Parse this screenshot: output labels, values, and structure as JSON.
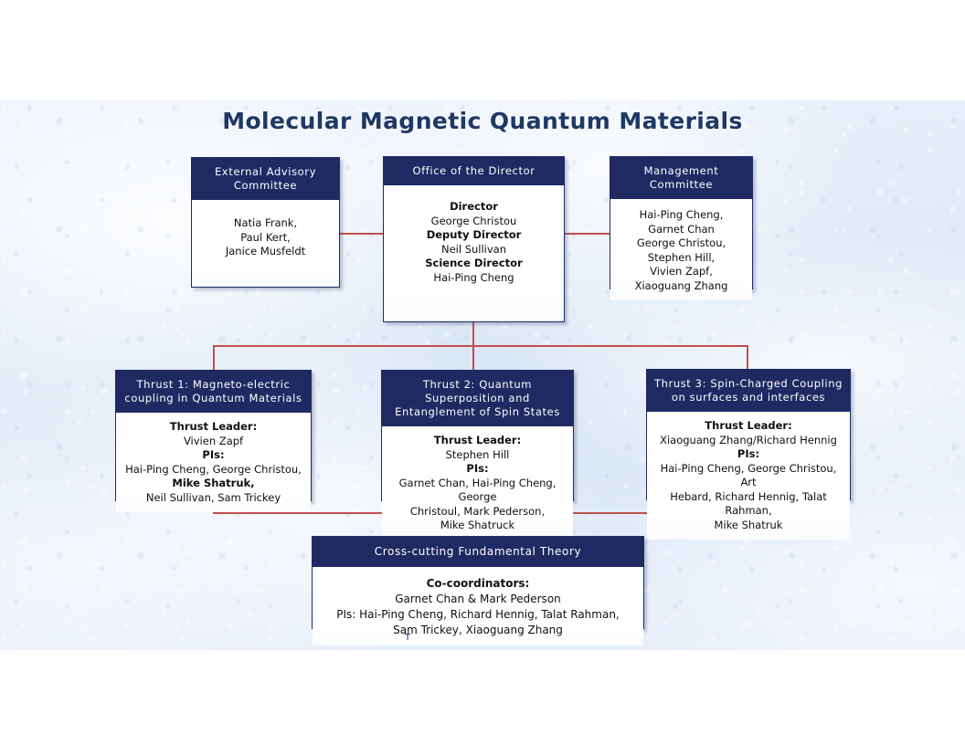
{
  "slide": {
    "title": "Molecular Magnetic Quantum Materials",
    "colors": {
      "header_navy": "#1f2a63",
      "title_navy": "#1f3864",
      "connector_red": "#c0504d",
      "background_blue": "#e3ecf8",
      "box_white": "#ffffff"
    },
    "artifact_glyph": "T"
  },
  "boxes": {
    "external_advisory": {
      "header": "External Advisory Committee",
      "lines": [
        "Natia Frank,",
        "Paul Kert,",
        "Janice Musfeldt"
      ]
    },
    "office_of_director": {
      "header": "Office of the Director",
      "roles": [
        {
          "label": "Director",
          "name": "George Christou"
        },
        {
          "label": "Deputy Director",
          "name": "Neil Sullivan"
        },
        {
          "label": "Science Director",
          "name": "Hai-Ping Cheng"
        }
      ]
    },
    "management_committee": {
      "header": "Management Committee",
      "lines": [
        "Hai-Ping Cheng,",
        "Garnet Chan",
        "George Christou,",
        "Stephen Hill,",
        "Vivien Zapf,",
        "Xiaoguang Zhang"
      ]
    },
    "thrust1": {
      "header": "Thrust 1: Magneto-electric coupling in Quantum Materials",
      "leader_label": "Thrust Leader:",
      "leader_name": "Vivien Zapf",
      "pis_label": "PIs:",
      "pis_lines": [
        "Hai-Ping Cheng,  George Christou,",
        "Mike Shatruk,",
        "Neil Sullivan,  Sam Trickey"
      ]
    },
    "thrust2": {
      "header": "Thrust 2: Quantum Superposition and Entanglement of Spin States",
      "leader_label": "Thrust Leader:",
      "leader_name": "Stephen Hill",
      "pis_label": "PIs:",
      "pis_lines": [
        "Garnet Chan,  Hai-Ping Cheng, George",
        "Christoul,  Mark Pederson,",
        "Mike Shatruck"
      ]
    },
    "thrust3": {
      "header": "Thrust 3: Spin-Charged Coupling on surfaces and interfaces",
      "leader_label": "Thrust Leader:",
      "leader_name": "Xiaoguang Zhang/Richard Hennig",
      "pis_label": "PIs:",
      "pis_lines": [
        "Hai-Ping Cheng,  George Christou,  Art",
        "Hebard,  Richard Hennig,  Talat Rahman,",
        "Mike Shatruk"
      ]
    },
    "cross_cutting": {
      "header": "Cross-cutting Fundamental Theory",
      "coord_label": "Co-coordinators:",
      "coord_names": "Garnet Chan  &  Mark Pederson",
      "pis_line1": "PIs:  Hai-Ping Cheng,  Richard Hennig,  Talat Rahman,",
      "pis_line2": "Sam Trickey, Xiaoguang Zhang"
    }
  }
}
